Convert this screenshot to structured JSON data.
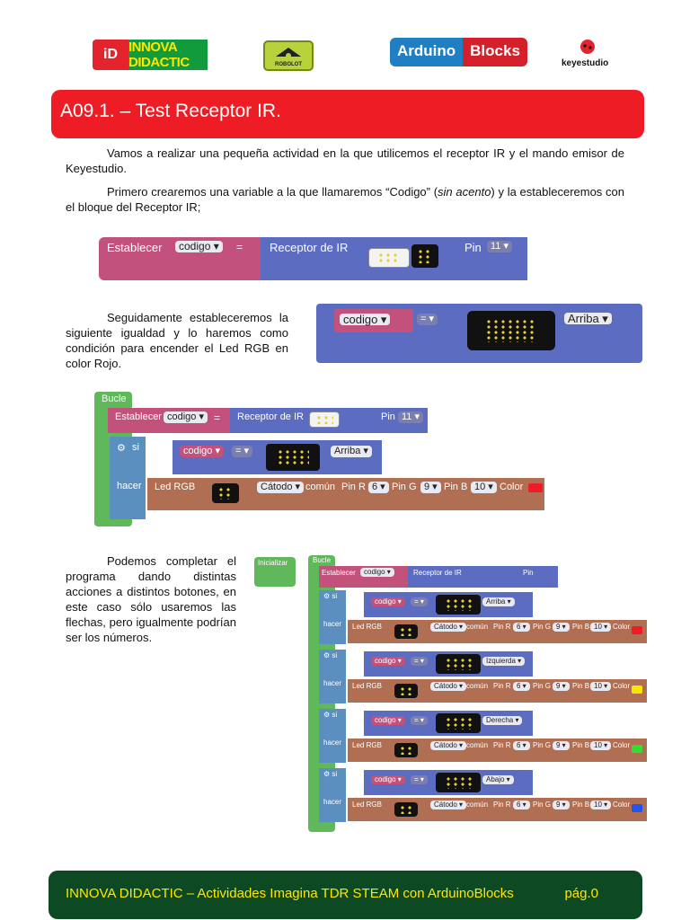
{
  "header": {
    "innova_logo": "INNOVA DIDACTIC",
    "innova_badge": "iD",
    "robolot_logo": "ROBOLOT",
    "ab_logo_left": "Arduino",
    "ab_logo_right": "Blocks",
    "keyes_logo": "keyestudio"
  },
  "title": "A09.1. – Test Receptor IR.",
  "paragraphs": {
    "p1": "Vamos a realizar una pequeña actividad en la que utilicemos el receptor IR y el mando emisor de Keyestudio.",
    "p2_a": "Primero crearemos una variable a la que llamaremos “Codigo” (",
    "p2_em": "sin acento",
    "p2_b": ") y la estableceremos con el bloque del Receptor IR;",
    "p3": "Seguidamente estableceremos la siguiente igualdad y lo haremos como condición para encender el Led RGB en color Rojo.",
    "p4": "Podemos completar el programa dando distintas acciones a distintos botones, en este caso sólo usaremos las flechas, pero igualmente podrían ser los números."
  },
  "blocks": {
    "establecer": "Establecer",
    "var": "codigo ▾",
    "eq": "=",
    "eq_op": "= ▾",
    "receptor": "Receptor de IR",
    "pin": "Pin",
    "pin_val": "11 ▾",
    "bucle": "Bucle",
    "si": "si",
    "hacer": "hacer",
    "led": "Led RGB",
    "catodo": "Cátodo ▾",
    "comun": "común",
    "pin_r": "Pin R",
    "r_val": "6 ▾",
    "pin_g": "Pin G",
    "g_val": "9 ▾",
    "pin_b": "Pin B",
    "b_val": "10 ▾",
    "color": "Color",
    "inicializar": "Inicializar",
    "arriba": "Arriba ▾",
    "izquierda": "Izquierda ▾",
    "derecha": "Derecha ▾",
    "abajo": "Abajo ▾"
  },
  "colors": {
    "red": "#ee1c24",
    "yellow": "#f4e800",
    "green": "#33dd33",
    "blue": "#2255ee"
  },
  "footer": {
    "text": "INNOVA DIDACTIC – Actividades Imagina TDR STEAM con ArduinoBlocks",
    "page": "pág.0"
  }
}
